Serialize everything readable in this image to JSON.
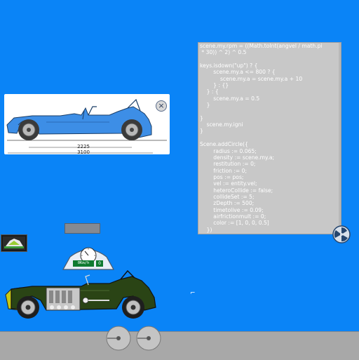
{
  "colors": {
    "background": "#0a84f7",
    "ground": "#a8a8a8",
    "code_panel": "#c8c8c8",
    "blueprint_car": "#3d8ee6",
    "game_car": "#2a4415",
    "dash_display": "#0f7a30"
  },
  "blueprint": {
    "icon": "close-icon",
    "close_glyph": "×",
    "dimension_wheelbase": "2225",
    "dimension_length": "3100"
  },
  "code_panel": {
    "lines": [
      "scene.my.rpm = ((Math.toInt(angvel / math.pi",
      " * 30)) ^ 2) ^ 0.5",
      "",
      "keys.isdown(\"up\") ? {",
      "        scene.my.a <= 800 ? {",
      "            scene.my.a = scene.my.a + 10",
      "        } : {}",
      "    } : {",
      "        scene.my.a = 0.5",
      "    }",
      "",
      "}",
      "    scene.my.igni",
      "}",
      "",
      "Scene.addCircle({",
      "        radius := 0.065;",
      "        density := scene.my.a;",
      "        restitution := 0;",
      "        friction := 0;",
      "        pos := pos;",
      "        vel := entity.vel;",
      "        heteroCollide := false;",
      "        collideSet := 5;",
      "        zDepth := 500;",
      "        timetolive := 0.09;",
      "        airfrictionmult := 0;",
      "        color := [1, 0, 0, 0.5]",
      "    })"
    ]
  },
  "dashboard": {
    "speed": "0Km/h",
    "gear": "0"
  },
  "icons": {
    "round_button": "fan-icon",
    "wheel": "wheel-icon",
    "cursor": "pointer-icon"
  },
  "misc": {
    "cursor_glyph": "⌐"
  }
}
